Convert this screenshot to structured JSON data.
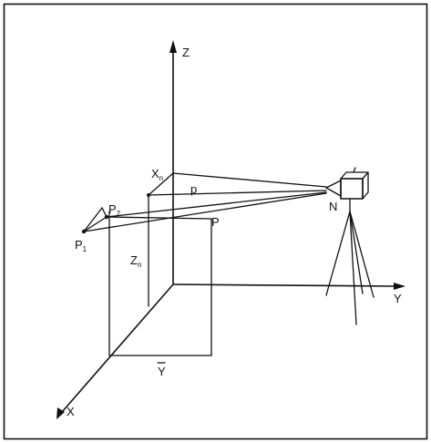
{
  "labels": {
    "z_axis": "Z",
    "y_axis": "Y",
    "x_axis": "X",
    "xn_base": "X",
    "xn_sub": "n",
    "zn_base": "Z",
    "zn_sub": "n",
    "p_lower": "p",
    "p2_base": "P",
    "p2_sub": "2",
    "p1_base": "P",
    "p1_sub": "1",
    "point_p": "P",
    "nodal_n": "N",
    "y_bar": "Y"
  }
}
